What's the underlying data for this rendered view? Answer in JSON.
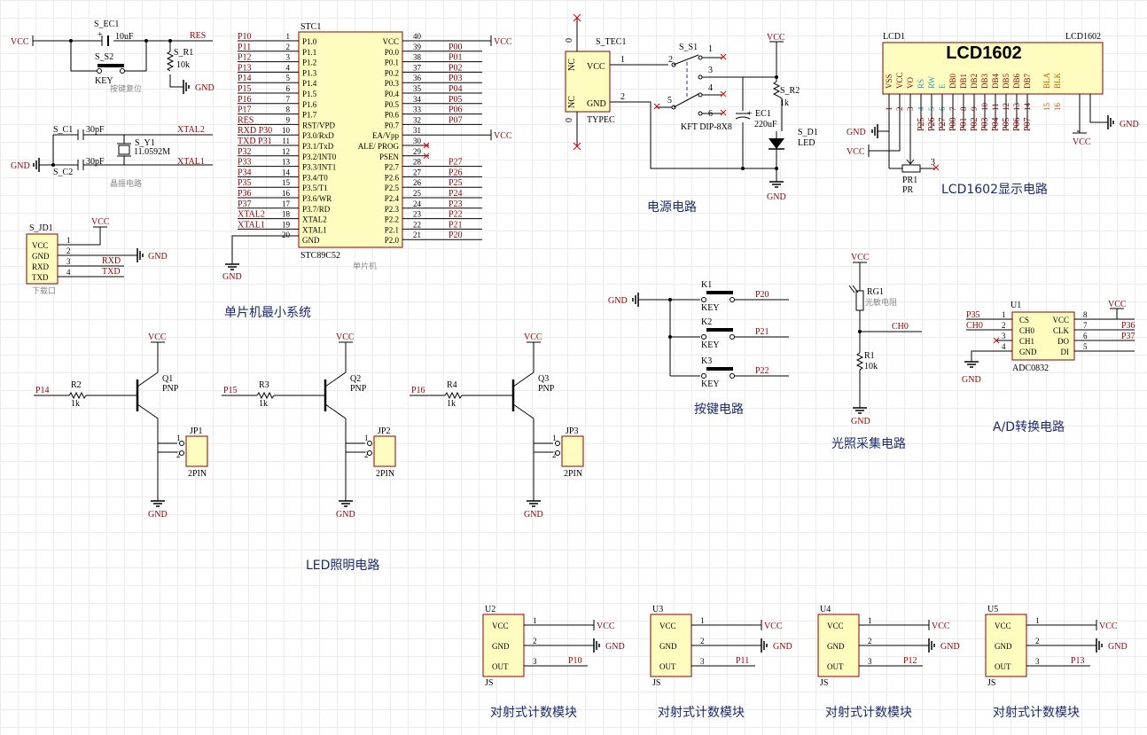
{
  "mcu": {
    "ref": "STC1",
    "part": "STC89C52",
    "sub": "单片机",
    "left_pins": [
      {
        "num": "1",
        "name": "P1.0",
        "net": "P10"
      },
      {
        "num": "2",
        "name": "P1.1",
        "net": "P11"
      },
      {
        "num": "3",
        "name": "P1.2",
        "net": "P12"
      },
      {
        "num": "4",
        "name": "P1.3",
        "net": "P13"
      },
      {
        "num": "5",
        "name": "P1.4",
        "net": "P14"
      },
      {
        "num": "6",
        "name": "P1.5",
        "net": "P15"
      },
      {
        "num": "7",
        "name": "P1.6",
        "net": "P16"
      },
      {
        "num": "8",
        "name": "P1.7",
        "net": "P17"
      },
      {
        "num": "9",
        "name": "RST/VPD",
        "net": "RES"
      },
      {
        "num": "10",
        "name": "P3.0/RxD",
        "net": "RXD P30"
      },
      {
        "num": "11",
        "name": "P3.1/TxD",
        "net": "TXD P31"
      },
      {
        "num": "12",
        "name": "P3.2/INT0",
        "net": "P32"
      },
      {
        "num": "13",
        "name": "P3.3/INT1",
        "net": "P33"
      },
      {
        "num": "14",
        "name": "P3.4/T0",
        "net": "P34"
      },
      {
        "num": "15",
        "name": "P3.5/T1",
        "net": "P35"
      },
      {
        "num": "16",
        "name": "P3.6/WR",
        "net": "P36"
      },
      {
        "num": "17",
        "name": "P3.7/RD",
        "net": "P37"
      },
      {
        "num": "18",
        "name": "XTAL2",
        "net": "XTAL2"
      },
      {
        "num": "19",
        "name": "XTAL1",
        "net": "XTAL1"
      },
      {
        "num": "20",
        "name": "GND",
        "net": ""
      }
    ],
    "right_pins": [
      {
        "num": "40",
        "name": "VCC",
        "net": "VCC"
      },
      {
        "num": "39",
        "name": "P0.0",
        "net": "P00"
      },
      {
        "num": "38",
        "name": "P0.1",
        "net": "P01"
      },
      {
        "num": "37",
        "name": "P0.2",
        "net": "P02"
      },
      {
        "num": "36",
        "name": "P0.3",
        "net": "P03"
      },
      {
        "num": "35",
        "name": "P0.4",
        "net": "P04"
      },
      {
        "num": "34",
        "name": "P0.5",
        "net": "P05"
      },
      {
        "num": "33",
        "name": "P0.6",
        "net": "P06"
      },
      {
        "num": "32",
        "name": "P0.7",
        "net": "P07"
      },
      {
        "num": "31",
        "name": "EA/Vpp",
        "net": "VCC"
      },
      {
        "num": "30",
        "name": "ALE/ PROG",
        "net": ""
      },
      {
        "num": "29",
        "name": "PSEN",
        "net": ""
      },
      {
        "num": "28",
        "name": "P2.7",
        "net": "P27"
      },
      {
        "num": "27",
        "name": "P2.6",
        "net": "P26"
      },
      {
        "num": "26",
        "name": "P2.5",
        "net": "P25"
      },
      {
        "num": "25",
        "name": "P2.4",
        "net": "P24"
      },
      {
        "num": "24",
        "name": "P2.3",
        "net": "P23"
      },
      {
        "num": "23",
        "name": "P2.2",
        "net": "P22"
      },
      {
        "num": "22",
        "name": "P2.1",
        "net": "P21"
      },
      {
        "num": "21",
        "name": "P2.0",
        "net": "P20"
      }
    ],
    "gnd": "GND"
  },
  "reset": {
    "vcc": "VCC",
    "cap_ref": "S_EC1",
    "cap_val": "10uF",
    "sw_ref": "S_S2",
    "sw_val": "KEY",
    "res_ref": "S_R1",
    "res_val": "10k",
    "net": "RES",
    "gnd": "GND",
    "sub": "按键复位"
  },
  "crystal": {
    "c1_ref": "S_C1",
    "c1_val": "30pF",
    "c2_ref": "S_C2",
    "c2_val": "30pF",
    "y_ref": "S_Y1",
    "y_val": "11.0592M",
    "net1": "XTAL2",
    "net2": "XTAL1",
    "gnd": "GND",
    "sub": "晶振电路"
  },
  "download": {
    "ref": "S_JD1",
    "pins": [
      "VCC",
      "GND",
      "RXD",
      "TXD"
    ],
    "nums": [
      "1",
      "2",
      "3",
      "4"
    ],
    "vcc": "VCC",
    "gnd": "GND",
    "rxd": "RXD",
    "txd": "TXD",
    "sub": "下载口"
  },
  "power": {
    "conn_ref": "S_TEC1",
    "conn_part": "TYPEC",
    "conn_pins": [
      "VCC",
      "GND"
    ],
    "conn_nc": [
      "NC",
      "NC"
    ],
    "conn_nums": [
      "1",
      "2"
    ],
    "zeros": [
      "0",
      "0"
    ],
    "sw_ref": "S_S1",
    "sw_part": "KFT DIP-8X8",
    "sw_nums": [
      "1",
      "2",
      "3",
      "4",
      "5",
      "6"
    ],
    "r_ref": "S_R2",
    "r_val": "1k",
    "c_ref": "EC1",
    "c_val": "220uF",
    "d_ref": "S_D1",
    "d_val": "LED",
    "vcc": "VCC",
    "gnd": "GND",
    "caption": "电源电路"
  },
  "lcd": {
    "ref": "LCD1",
    "part_top": "LCD1602",
    "title": "LCD1602",
    "pins": [
      "VSS",
      "VCC",
      "VO",
      "RS",
      "RW",
      "E",
      "DB0",
      "DB1",
      "DB2",
      "DB3",
      "DB4",
      "DB5",
      "DB6",
      "DB7",
      "BLA",
      "BLK"
    ],
    "nums": [
      "1",
      "2",
      "3",
      "4",
      "5",
      "6",
      "7",
      "8",
      "9",
      "10",
      "11",
      "12",
      "13",
      "14",
      "15",
      "16"
    ],
    "nets": [
      "",
      "",
      "",
      "P25",
      "P26",
      "P27",
      "P00",
      "P01",
      "P02",
      "P03",
      "P04",
      "P05",
      "P06",
      "P07",
      "",
      ""
    ],
    "pr_ref": "PR1",
    "pr_val": "PR",
    "pr_pin": "3",
    "gnd": "GND",
    "vcc": "VCC",
    "caption": "LCD1602显示电路"
  },
  "mcu_caption": "单片机最小系统",
  "keys": {
    "gnd": "GND",
    "items": [
      {
        "ref": "K1",
        "val": "KEY",
        "net": "P20"
      },
      {
        "ref": "K2",
        "val": "KEY",
        "net": "P21"
      },
      {
        "ref": "K3",
        "val": "KEY",
        "net": "P22"
      }
    ],
    "caption": "按键电路"
  },
  "light": {
    "vcc": "VCC",
    "rg_ref": "RG1",
    "rg_val": "光敏电阻",
    "r_ref": "R1",
    "r_val": "10k",
    "net": "CH0",
    "gnd": "GND",
    "caption": "光照采集电路"
  },
  "adc": {
    "ref": "U1",
    "part": "ADC0832",
    "left_pins": [
      {
        "num": "1",
        "name": "CS",
        "net": "P35"
      },
      {
        "num": "2",
        "name": "CH0",
        "net": "CH0"
      },
      {
        "num": "3",
        "name": "CH1",
        "net": ""
      },
      {
        "num": "4",
        "name": "GND",
        "net": ""
      }
    ],
    "right_pins": [
      {
        "num": "8",
        "name": "VCC",
        "net": "VCC"
      },
      {
        "num": "7",
        "name": "CLK",
        "net": "P36"
      },
      {
        "num": "6",
        "name": "DO",
        "net": "P37"
      },
      {
        "num": "5",
        "name": "DI",
        "net": ""
      }
    ],
    "gnd": "GND",
    "caption": "A/D转换电路"
  },
  "led_drivers": {
    "caption": "LED照明电路",
    "items": [
      {
        "net": "P14",
        "r_ref": "R2",
        "r_val": "1k",
        "q_ref": "Q1",
        "q_val": "PNP",
        "jp_ref": "JP1",
        "jp_val": "2PIN"
      },
      {
        "net": "P15",
        "r_ref": "R3",
        "r_val": "1k",
        "q_ref": "Q2",
        "q_val": "PNP",
        "jp_ref": "JP2",
        "jp_val": "2PIN"
      },
      {
        "net": "P16",
        "r_ref": "R4",
        "r_val": "1k",
        "q_ref": "Q3",
        "q_val": "PNP",
        "jp_ref": "JP3",
        "jp_val": "2PIN"
      }
    ],
    "vcc": "VCC",
    "gnd": "GND",
    "pins": [
      "1",
      "2"
    ]
  },
  "counters": {
    "items": [
      {
        "ref": "U2",
        "net": "P10"
      },
      {
        "ref": "U3",
        "net": "P11"
      },
      {
        "ref": "U4",
        "net": "P12"
      },
      {
        "ref": "U5",
        "net": "P13"
      }
    ],
    "pins": [
      "VCC",
      "GND",
      "OUT"
    ],
    "nums": [
      "1",
      "2",
      "3"
    ],
    "part": "JS",
    "vcc": "VCC",
    "gnd": "GND",
    "caption": "对射式计数模块"
  }
}
